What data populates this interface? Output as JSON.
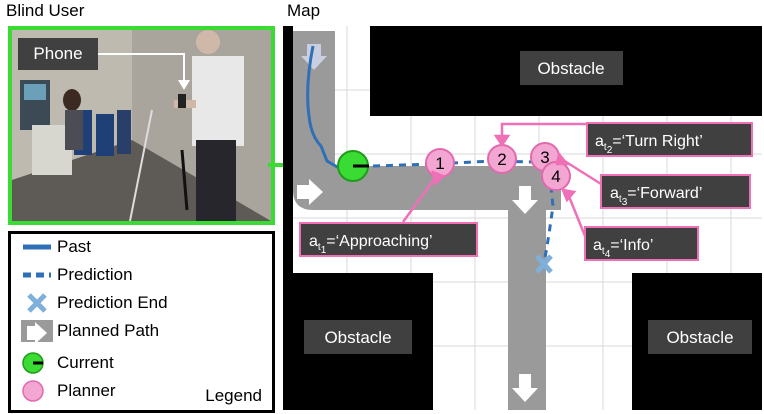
{
  "header": {
    "blind_user_label": "Blind User",
    "map_label": "Map"
  },
  "photo": {
    "phone_label": "Phone"
  },
  "map": {
    "obstacles": [
      "Obstacle",
      "Obstacle",
      "Obstacle"
    ],
    "planner_numbers": [
      "1",
      "2",
      "3",
      "4"
    ],
    "annotations": [
      {
        "prefix": "a",
        "sub": "t",
        "subsub": "1",
        "value": "=‘Approaching’"
      },
      {
        "prefix": "a",
        "sub": "t",
        "subsub": "2",
        "value": "=‘Turn Right’"
      },
      {
        "prefix": "a",
        "sub": "t",
        "subsub": "3",
        "value": "=‘Forward’"
      },
      {
        "prefix": "a",
        "sub": "t",
        "subsub": "4",
        "value": "=‘Info’"
      }
    ]
  },
  "legend": {
    "title": "Legend",
    "items": [
      {
        "label": "Past",
        "icon": "solid-blue-line"
      },
      {
        "label": "Prediction",
        "icon": "dashed-blue-line"
      },
      {
        "label": "Prediction End",
        "icon": "blue-x-mark"
      },
      {
        "label": "Planned Path",
        "icon": "gray-arrow"
      },
      {
        "label": "Current",
        "icon": "green-circle"
      },
      {
        "label": "Planner",
        "icon": "pink-circle"
      }
    ]
  },
  "colors": {
    "green": "#3adc33",
    "pink": "#f4a6d2",
    "pink_border": "#e06aae",
    "blue": "#2f6fb7",
    "blue_light": "#7fb0dc",
    "path_gray": "#9a9a9a",
    "obstacle": "#000000",
    "label_bg": "#404040"
  }
}
